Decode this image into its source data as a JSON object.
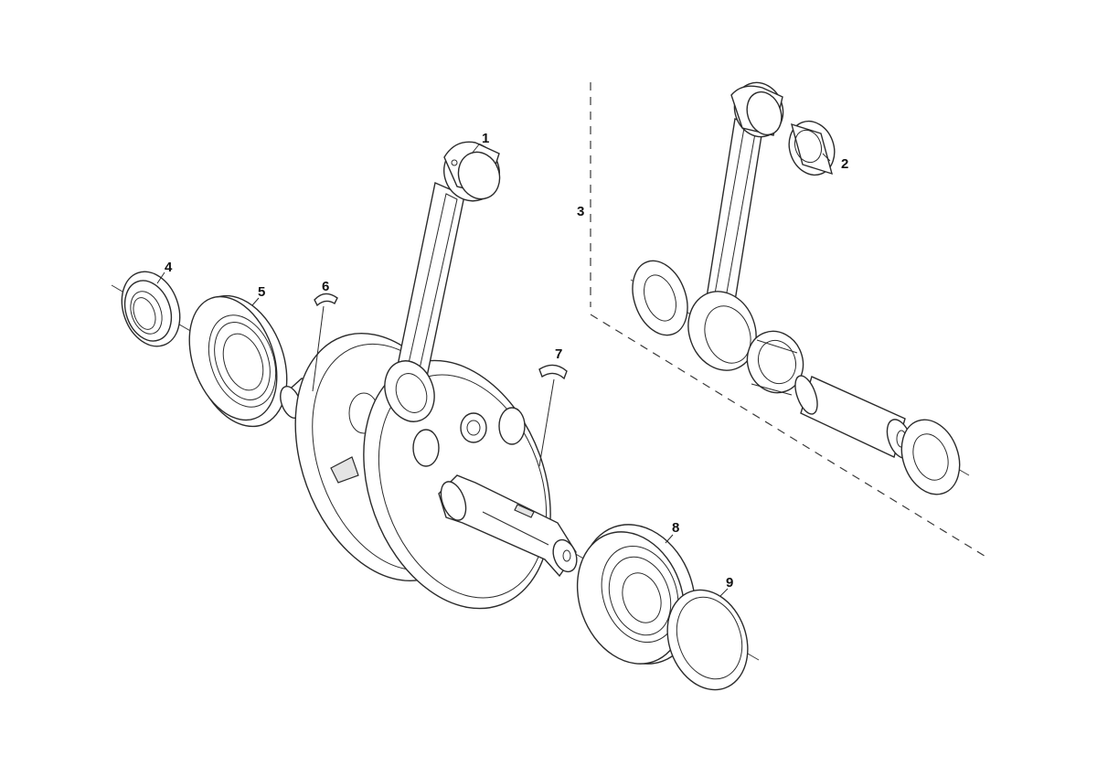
{
  "diagram": {
    "callouts": [
      {
        "id": "1",
        "label": "1"
      },
      {
        "id": "2",
        "label": "2"
      },
      {
        "id": "3",
        "label": "3"
      },
      {
        "id": "4",
        "label": "4"
      },
      {
        "id": "5",
        "label": "5"
      },
      {
        "id": "6",
        "label": "6"
      },
      {
        "id": "7",
        "label": "7"
      },
      {
        "id": "8",
        "label": "8"
      },
      {
        "id": "9",
        "label": "9"
      }
    ]
  },
  "colors": {
    "line": "#2b2b2b",
    "background": "#ffffff"
  }
}
